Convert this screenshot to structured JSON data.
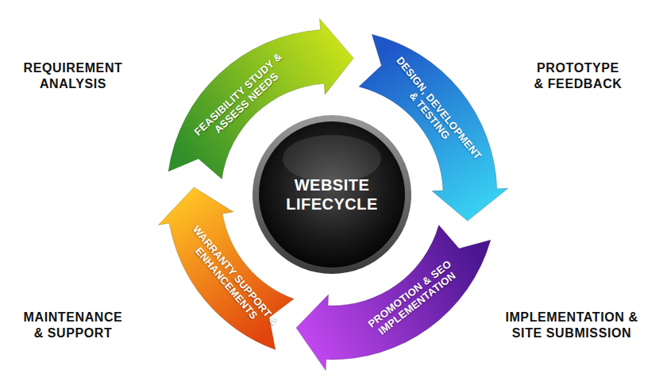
{
  "diagram": {
    "nodes": [
      {
        "text": [
          "WEBSITE LIFECYCLE"
        ]
      },
      {
        "text": [
          "FEASIBILITY STUDY & ASSESS NEEDS"
        ]
      },
      {
        "text": [
          "DESIGN, DEVELOPMENT & TESTING"
        ]
      },
      {
        "text": [
          "PROMOTION & SEO IMPLEMENTATION"
        ]
      },
      {
        "text": [
          "WARRANTY SUPPORT & ENHANCEMENTS"
        ]
      }
    ],
    "labels": [
      "REQUIREMENT ANALYSIS",
      "PROTOTYPE & FEEDBACK",
      "MAINTENANCE & SUPPORT",
      "IMPLEMENTATION & SITE SUBMISSION"
    ]
  }
}
